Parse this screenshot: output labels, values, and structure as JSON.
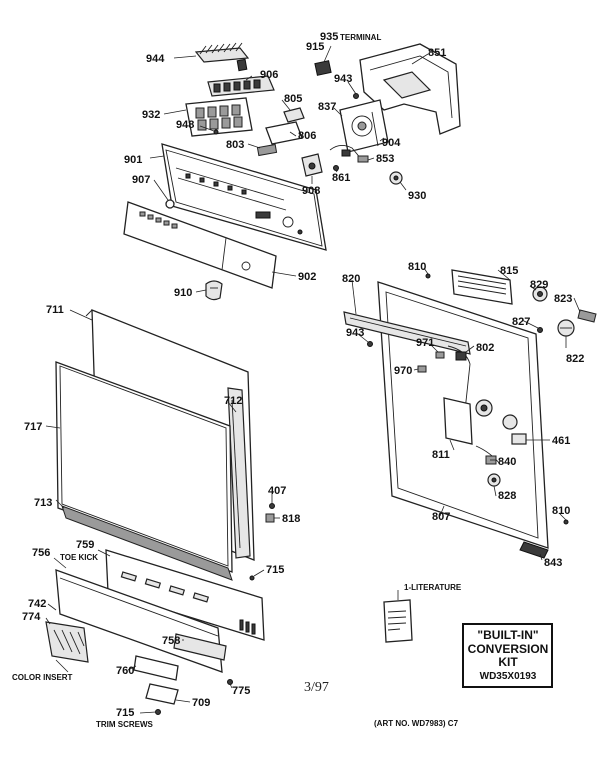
{
  "callouts": {
    "l944": "944",
    "l935": "935",
    "lterminal": "TERMINAL",
    "l915": "915",
    "l851": "851",
    "l906": "906",
    "l943a": "943",
    "l932": "932",
    "l805": "805",
    "l837": "837",
    "l948": "948",
    "l806": "806",
    "l904": "904",
    "l803": "803",
    "l901": "901",
    "l853": "853",
    "l907": "907",
    "l861": "861",
    "l908": "908",
    "l930": "930",
    "l810a": "810",
    "l815": "815",
    "l820": "820",
    "l829": "829",
    "l823": "823",
    "l902": "902",
    "l910": "910",
    "l711": "711",
    "l827": "827",
    "l943b": "943",
    "l971": "971",
    "l802": "802",
    "l822": "822",
    "l970": "970",
    "l717": "717",
    "l712": "712",
    "l461": "461",
    "l811": "811",
    "l840": "840",
    "l407": "407",
    "l828": "828",
    "l713": "713",
    "l818": "818",
    "l807": "807",
    "l810b": "810",
    "l756": "756",
    "l759": "759",
    "ltoekick": "TOE KICK",
    "l715a": "715",
    "l843": "843",
    "l1lit": "1-LITERATURE",
    "l742": "742",
    "l774": "774",
    "l758": "758",
    "lcolorinsert": "COLOR INSERT",
    "l760": "760",
    "l775": "775",
    "l715b": "715",
    "l709": "709",
    "ltrimscrews": "TRIM SCREWS"
  },
  "page_date": "3/97",
  "art_no": "(ART NO. WD7983) C7",
  "kit_box": {
    "line1": "\"BUILT-IN\"",
    "line2": "CONVERSION",
    "line3": "KIT",
    "line4": "WD35X0193"
  }
}
